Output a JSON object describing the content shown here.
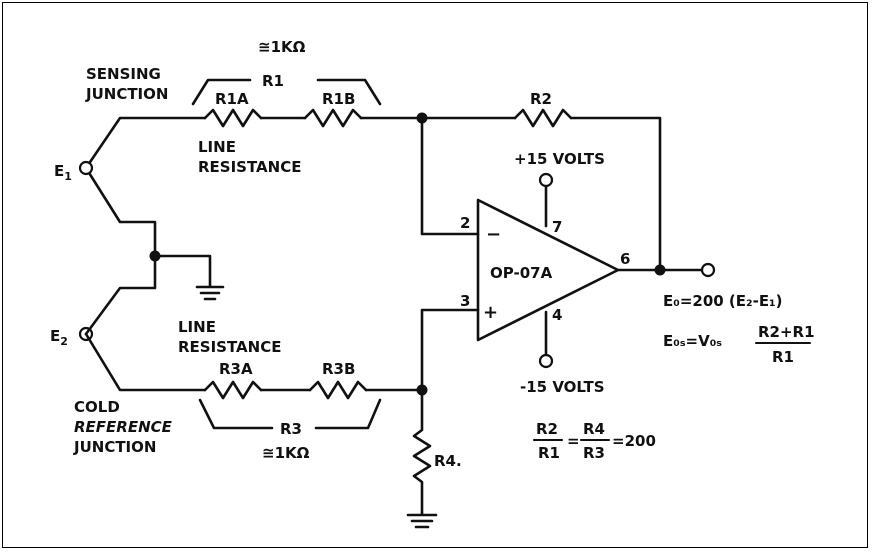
{
  "labels": {
    "r1_value": "≅1KΩ",
    "r1": "R1",
    "sensing_line1": "SENSING",
    "sensing_line2": "JUNCTION",
    "r1a": "R1A",
    "r1b": "R1B",
    "r2": "R2",
    "line_res_top_1": "LINE",
    "line_res_top_2": "RESISTANCE",
    "plus15": "+15 VOLTS",
    "e1": "E",
    "e1_sub": "1",
    "e2": "E",
    "e2_sub": "2",
    "pin2": "2",
    "pin3": "3",
    "pin4": "4",
    "pin6": "6",
    "pin7": "7",
    "minus_sign": "−",
    "plus_sign": "+",
    "opamp": "OP-07A",
    "eo_formula": "E₀=200 (E₂-E₁)",
    "eos_prefix": "E₀ₛ=V₀ₛ",
    "eos_num": "R2+R1",
    "eos_den": "R1",
    "line_res_bot_1": "LINE",
    "line_res_bot_2": "RESISTANCE",
    "r3a": "R3A",
    "r3b": "R3B",
    "minus15": "-15 VOLTS",
    "cold_1": "COLD",
    "cold_2": "REFERENCE",
    "cold_3": "JUNCTION",
    "r3": "R3",
    "r3_value": "≅1KΩ",
    "r4": "R4.",
    "ratio_a_num": "R2",
    "ratio_a_den": "R1",
    "ratio_b_num": "R4",
    "ratio_b_den": "R3",
    "ratio_eq": "=",
    "ratio_result": "=200"
  }
}
